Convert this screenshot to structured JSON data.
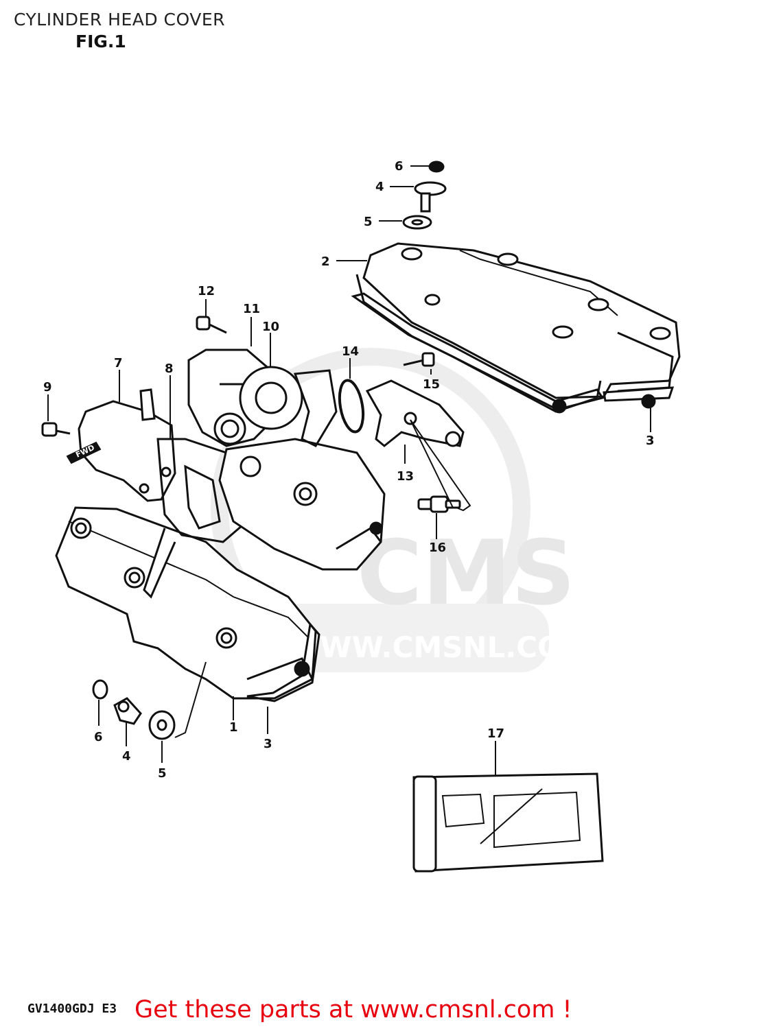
{
  "header": {
    "title": "CYLINDER HEAD COVER",
    "figure": "FIG.1"
  },
  "watermark": {
    "logo_text": "CMS",
    "url_text": "WWW.CMSNL.COM",
    "color": "#cccccc"
  },
  "direction_marker": {
    "label": "FWD"
  },
  "footer": {
    "model_code": "GV1400GDJ E3",
    "cta": "Get these parts at www.cmsnl.com !",
    "cta_color": "#e8000f"
  },
  "callouts": [
    {
      "id": "c6a",
      "label": "6"
    },
    {
      "id": "c4a",
      "label": "4"
    },
    {
      "id": "c5a",
      "label": "5"
    },
    {
      "id": "c2",
      "label": "2"
    },
    {
      "id": "c12",
      "label": "12"
    },
    {
      "id": "c11",
      "label": "11"
    },
    {
      "id": "c10",
      "label": "10"
    },
    {
      "id": "c14",
      "label": "14"
    },
    {
      "id": "c15",
      "label": "15"
    },
    {
      "id": "c7",
      "label": "7"
    },
    {
      "id": "c8",
      "label": "8"
    },
    {
      "id": "c9",
      "label": "9"
    },
    {
      "id": "c3a",
      "label": "3"
    },
    {
      "id": "c13",
      "label": "13"
    },
    {
      "id": "c16",
      "label": "16"
    },
    {
      "id": "c1",
      "label": "1"
    },
    {
      "id": "c3b",
      "label": "3"
    },
    {
      "id": "c6b",
      "label": "6"
    },
    {
      "id": "c4b",
      "label": "4"
    },
    {
      "id": "c5b",
      "label": "5"
    },
    {
      "id": "c17",
      "label": "17"
    }
  ]
}
